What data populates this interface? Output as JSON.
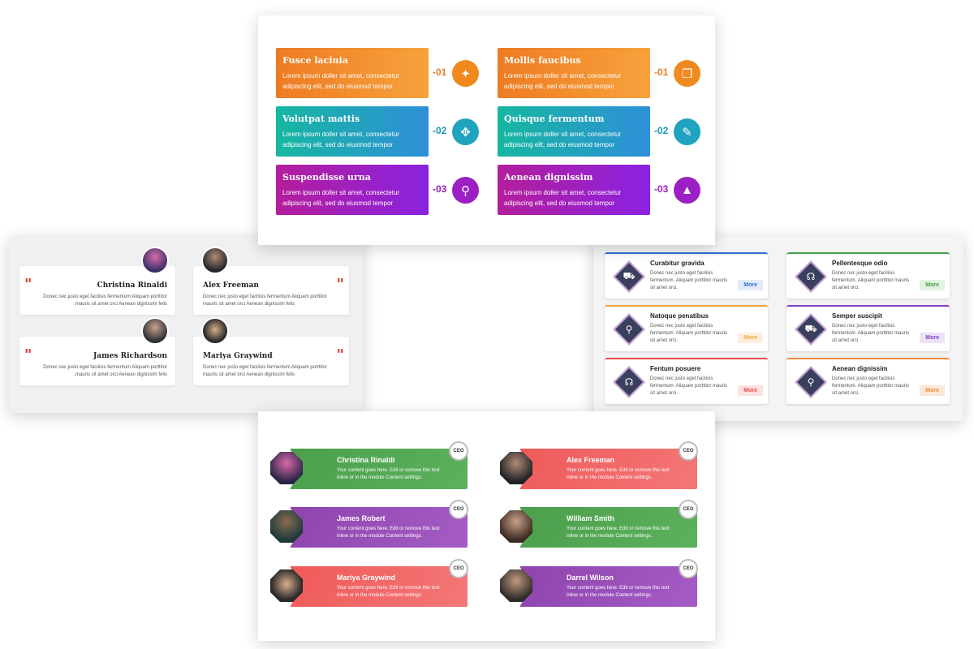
{
  "features": {
    "lorem": "Lorem ipsum doller sit amet, consectetur adipiscing elit, sed do eiusmod tempor",
    "items": [
      {
        "title": "Fusce lacinia",
        "num": "-01",
        "icon": "maple-leaf-icon",
        "glyph": "✦"
      },
      {
        "title": "Volutpat mattis",
        "num": "-02",
        "icon": "move-arrows-icon",
        "glyph": "✥"
      },
      {
        "title": "Suspendisse urna",
        "num": "-03",
        "icon": "bicycle-icon",
        "glyph": "⚲"
      },
      {
        "title": "Mollis faucibus",
        "num": "-01",
        "icon": "copy-documents-icon",
        "glyph": "❐"
      },
      {
        "title": "Quisque fermentum",
        "num": "-02",
        "icon": "feather-icon",
        "glyph": "✎"
      },
      {
        "title": "Aenean dignissim",
        "num": "-03",
        "icon": "drive-triangle-icon",
        "glyph": "▲"
      }
    ],
    "colors": {
      "orange": "#EF7D22",
      "teal": "#1597B7",
      "purple": "#9B1FC2"
    }
  },
  "testimonials": {
    "quote_mark": "\"",
    "text": "Donec nec justo eget facilisis fermentum Aliquam porttitor mauris sit amet orci Aenean dignissim felis",
    "text_rtl": "Donec nec justo eget facilisis fermentum Aliquam porttitor .mauris sit amet orci Aenean dignissim felis",
    "items": [
      {
        "name": "Christina Rinaldi"
      },
      {
        "name": "Alex Freeman"
      },
      {
        "name": "James Richardson"
      },
      {
        "name": "Mariya Graywind"
      }
    ],
    "accent": "#D93B2B"
  },
  "services": {
    "text": "Donec nec justo eget facilisis fermentum. Aliquam porttitor mauris sit amet orci.",
    "more": "More",
    "items": [
      {
        "title": "Curabitur gravida",
        "color": "#2F6FD6",
        "icon": "cart-icon",
        "glyph": "⛟"
      },
      {
        "title": "Pellentesque odio",
        "color": "#43A047",
        "icon": "headphones-icon",
        "glyph": "☊"
      },
      {
        "title": "Natoque penatibus",
        "color": "#F2A23B",
        "icon": "bicycle-icon",
        "glyph": "⚲"
      },
      {
        "title": "Semper suscipit",
        "color": "#7E3FC2",
        "icon": "cart-icon",
        "glyph": "⛟"
      },
      {
        "title": "Fentum posuere",
        "color": "#E94B4B",
        "icon": "headphones-icon",
        "glyph": "☊"
      },
      {
        "title": "Aenean dignissim",
        "color": "#F08A3C",
        "icon": "bicycle-icon",
        "glyph": "⚲"
      }
    ]
  },
  "team": {
    "text": "Your content goes here. Edit or remove this text inline or in the module Content settings.",
    "badge": "CEO",
    "items": [
      {
        "name": "Christina Rinaldi",
        "color": "green"
      },
      {
        "name": "Alex Freeman",
        "color": "red"
      },
      {
        "name": "James Robert",
        "color": "purple"
      },
      {
        "name": "William Smith",
        "color": "green"
      },
      {
        "name": "Mariya Graywind",
        "color": "red"
      },
      {
        "name": "Darrel Wilson",
        "color": "purple"
      }
    ]
  }
}
